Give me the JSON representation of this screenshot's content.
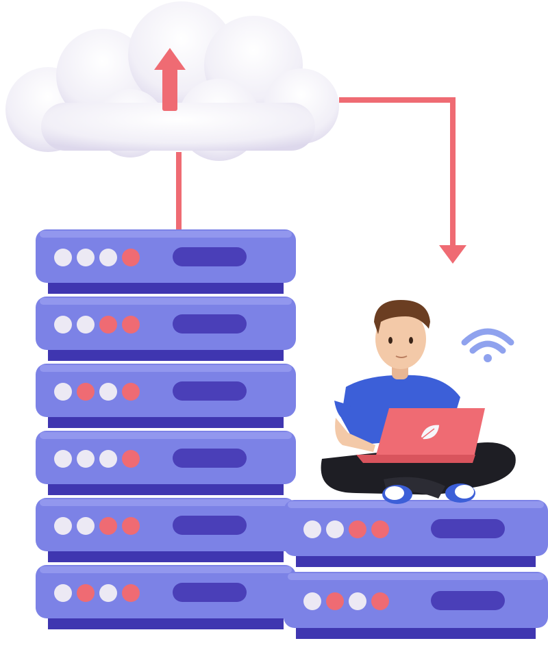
{
  "colors": {
    "background": "#ffffff",
    "server_front": "#7c82e6",
    "server_top": "#979cf0",
    "server_shadow": "#3f36b0",
    "server_slot": "#4a3fb8",
    "led_white": "#ece9f4",
    "led_red": "#ef6b73",
    "cloud": "#f4f2f8",
    "cloud_shade": "#e2def0",
    "connector": "#ef6b73",
    "laptop": "#ef6b73",
    "shirt": "#3c5fd8",
    "pants": "#1e1e24",
    "skin": "#f3c9a8",
    "hair": "#6b3e22",
    "wifi": "#8fa2ee"
  },
  "icons": {
    "upload": "arrow-up-icon",
    "download": "arrow-down-icon",
    "wifi": "wifi-icon",
    "laptop_logo": "leaf-icon"
  },
  "big_stack": {
    "units": [
      {
        "leds": [
          "w",
          "w",
          "w",
          "r"
        ]
      },
      {
        "leds": [
          "w",
          "w",
          "r",
          "r"
        ]
      },
      {
        "leds": [
          "w",
          "r",
          "w",
          "r"
        ]
      },
      {
        "leds": [
          "w",
          "w",
          "w",
          "r"
        ]
      },
      {
        "leds": [
          "w",
          "w",
          "r",
          "r"
        ]
      },
      {
        "leds": [
          "w",
          "r",
          "w",
          "r"
        ]
      }
    ]
  },
  "small_stack": {
    "units": [
      {
        "leds": [
          "w",
          "w",
          "r",
          "r"
        ]
      },
      {
        "leds": [
          "w",
          "r",
          "w",
          "r"
        ]
      }
    ]
  }
}
